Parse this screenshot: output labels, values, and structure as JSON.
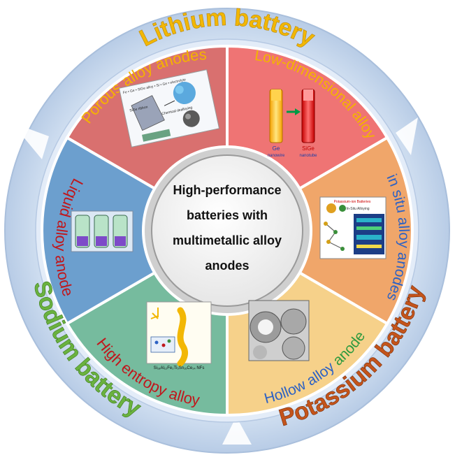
{
  "center": {
    "line1": "High-performance",
    "line2": "batteries with",
    "line3": "multimetallic alloy",
    "line4": "anodes"
  },
  "outer_ring": {
    "lithium": "Lithium battery",
    "sodium": "Sodium battery",
    "potassium": "Potassium battery"
  },
  "segments": {
    "porous": "Porous alloy anodes",
    "low_dim": "Low-dimensional alloy",
    "in_situ": "in situ alloy anodes",
    "hollow_a": "Hollow alloy ",
    "hollow_b": "anode",
    "high_entropy": "High entropy alloy",
    "liquid": "Liquid alloy anode"
  },
  "insets": {
    "low_dim": {
      "label_a": "Ge",
      "label_b": "SiGe",
      "sub_a": "nanowire",
      "sub_b": "nanotube"
    },
    "porous": {
      "top": "Fe • Ge • SiGe alloy • Si • Ge • electrolyte",
      "ribbon": "SiGe ribbon",
      "etch": "Chemical dealloying"
    },
    "in_situ": {
      "title": "Potassium-ion Batteries",
      "sub": "In-Situ Alloying"
    },
    "high_entropy": {
      "formula": "Si₁₈Al₁₂Fe₂Ti₅Sn₁₆Ce₁₄ NFs"
    }
  },
  "colors": {
    "outer_ring": "#c9d9ee",
    "lithium_text": "#f2b705",
    "sodium_text": "#6ab23f",
    "potassium_text": "#c4541b",
    "porous_seg": "#d9706f",
    "low_dim_seg": "#ef7474",
    "in_situ_seg": "#f0a66a",
    "hollow_seg": "#f6d18a",
    "high_entropy_seg": "#76bb9e",
    "liquid_seg": "#6c9fce",
    "porous_text": "#f4b400",
    "low_dim_text": "#f4b400",
    "in_situ_text": "#2d62c4",
    "hollow_text_a": "#2d62c4",
    "hollow_text_b": "#2d9a3e",
    "high_entropy_text": "#c0171c",
    "liquid_text": "#c0171c"
  }
}
